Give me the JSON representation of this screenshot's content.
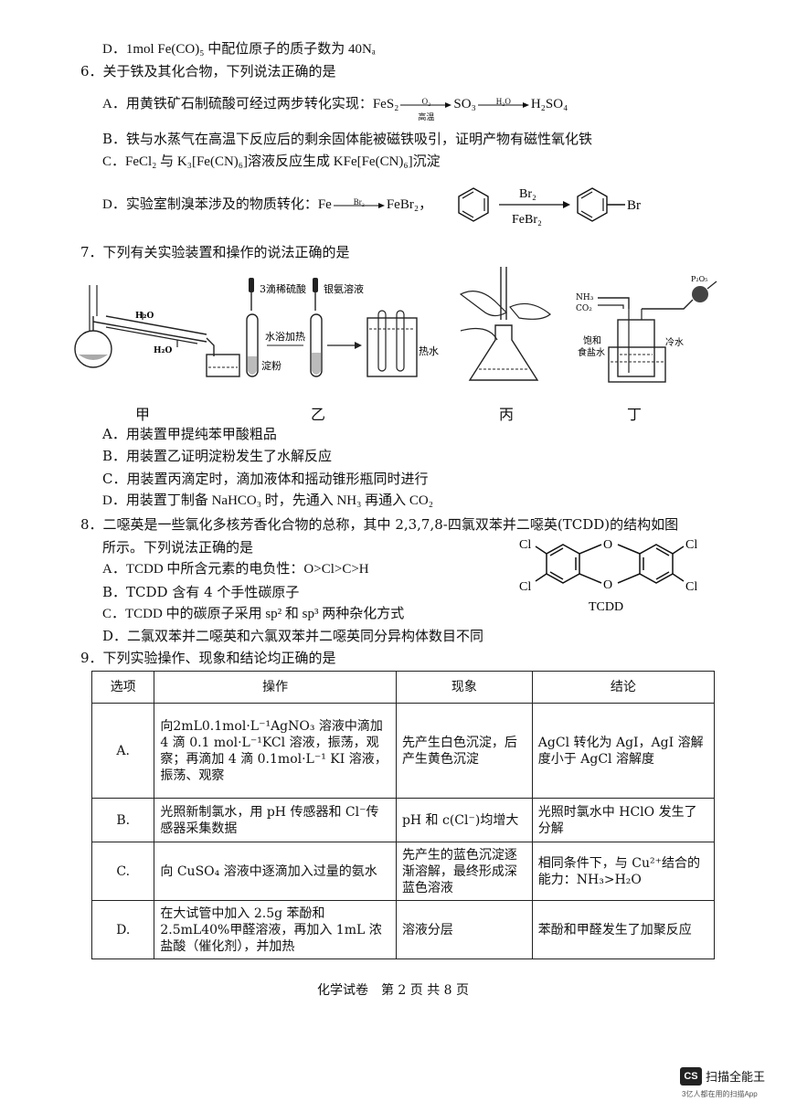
{
  "q5": {
    "optD": "D．1mol Fe(CO)₅ 中配位原子的质子数为 40Nₐ"
  },
  "q6": {
    "stem": "6．关于铁及其化合物，下列说法正确的是",
    "optA_prefix": "A．用黄铁矿石制硫酸可经过两步转化实现：FeS₂",
    "optA_arrow1_top": "O₂",
    "optA_arrow1_bot": "高温",
    "optA_mid": "SO₃",
    "optA_arrow2_top": "H₂O",
    "optA_end": "H₂SO₄",
    "optB": "B．铁与水蒸气在高温下反应后的剩余固体能被磁铁吸引，证明产物有磁性氧化铁",
    "optC": "C．FeCl₂ 与 K₃[Fe(CN)₆]溶液反应生成 KFe[Fe(CN)₆]沉淀",
    "optD_prefix": "D．实验室制溴苯涉及的物质转化：Fe",
    "optD_arrow1_top": "Br₂",
    "optD_mid": "FeBr₂，",
    "optD_arrow2_top": "Br₂",
    "optD_arrow2_bot": "FeBr₂",
    "optD_br": "Br"
  },
  "q7": {
    "stem": "7．下列有关实验装置和操作的说法正确的是",
    "fig_jia_h2o_top": "H₂O",
    "fig_jia_h2o_bot": "H₂O",
    "fig_yi_acid": "3滴稀硫酸",
    "fig_yi_silver": "银氨溶液",
    "fig_yi_bath": "水浴加热",
    "fig_yi_starch": "淀粉",
    "fig_yi_hot": "热水",
    "fig_ding_nh3": "NH₃",
    "fig_ding_co2": "CO₂",
    "fig_ding_p2o5": "P₂O₅",
    "fig_ding_brine1": "饱和",
    "fig_ding_brine2": "食盐水",
    "fig_ding_cold": "冷水",
    "label_jia": "甲",
    "label_yi": "乙",
    "label_bing": "丙",
    "label_ding": "丁",
    "optA": "A．用装置甲提纯苯甲酸粗品",
    "optB": "B．用装置乙证明淀粉发生了水解反应",
    "optC": "C．用装置丙滴定时，滴加液体和摇动锥形瓶同时进行",
    "optD": "D．用装置丁制备 NaHCO₃ 时，先通入 NH₃ 再通入 CO₂"
  },
  "q8": {
    "stem1": "8．二噁英是一些氯化多核芳香化合物的总称，其中 2,3,7,8-四氯双苯并二噁英(TCDD)的结构如图",
    "stem2": "所示。下列说法正确的是",
    "optA": "A．TCDD 中所含元素的电负性：O>Cl>C>H",
    "optB": "B．TCDD 含有 4 个手性碳原子",
    "optC": "C．TCDD 中的碳原子采用 sp² 和 sp³ 两种杂化方式",
    "optD": "D．二氯双苯并二噁英和六氯双苯并二噁英同分异构体数目不同",
    "struct_cl": "Cl",
    "struct_o": "O",
    "struct_name": "TCDD"
  },
  "q9": {
    "stem": "9．下列实验操作、现象和结论均正确的是",
    "headers": [
      "选项",
      "操作",
      "现象",
      "结论"
    ],
    "rows": [
      {
        "opt": "A.",
        "op": "向2mL0.1mol·L⁻¹AgNO₃ 溶液中滴加 4 滴 0.1 mol·L⁻¹KCl 溶液，振荡，观察；再滴加 4 滴 0.1mol·L⁻¹ KI 溶液，振荡、观察",
        "ph": "先产生白色沉淀，后产生黄色沉淀",
        "cn": "AgCl 转化为 AgI，AgI 溶解度小于 AgCl 溶解度"
      },
      {
        "opt": "B.",
        "op": "光照新制氯水，用 pH 传感器和 Cl⁻传感器采集数据",
        "ph": "pH 和 c(Cl⁻)均增大",
        "cn": "光照时氯水中 HClO 发生了分解"
      },
      {
        "opt": "C.",
        "op": "向 CuSO₄ 溶液中逐滴加入过量的氨水",
        "ph": "先产生的蓝色沉淀逐渐溶解，最终形成深蓝色溶液",
        "cn": "相同条件下，与 Cu²⁺结合的能力：NH₃>H₂O"
      },
      {
        "opt": "D.",
        "op": "在大试管中加入 2.5g 苯酚和 2.5mL40%甲醛溶液，再加入 1mL 浓盐酸（催化剂），并加热",
        "ph": "溶液分层",
        "cn": "苯酚和甲醛发生了加聚反应"
      }
    ]
  },
  "footer": "化学试卷　第 2 页 共 8 页",
  "watermark": {
    "logo": "CS",
    "name": "扫描全能王",
    "tagline": "3亿人都在用的扫描App"
  }
}
